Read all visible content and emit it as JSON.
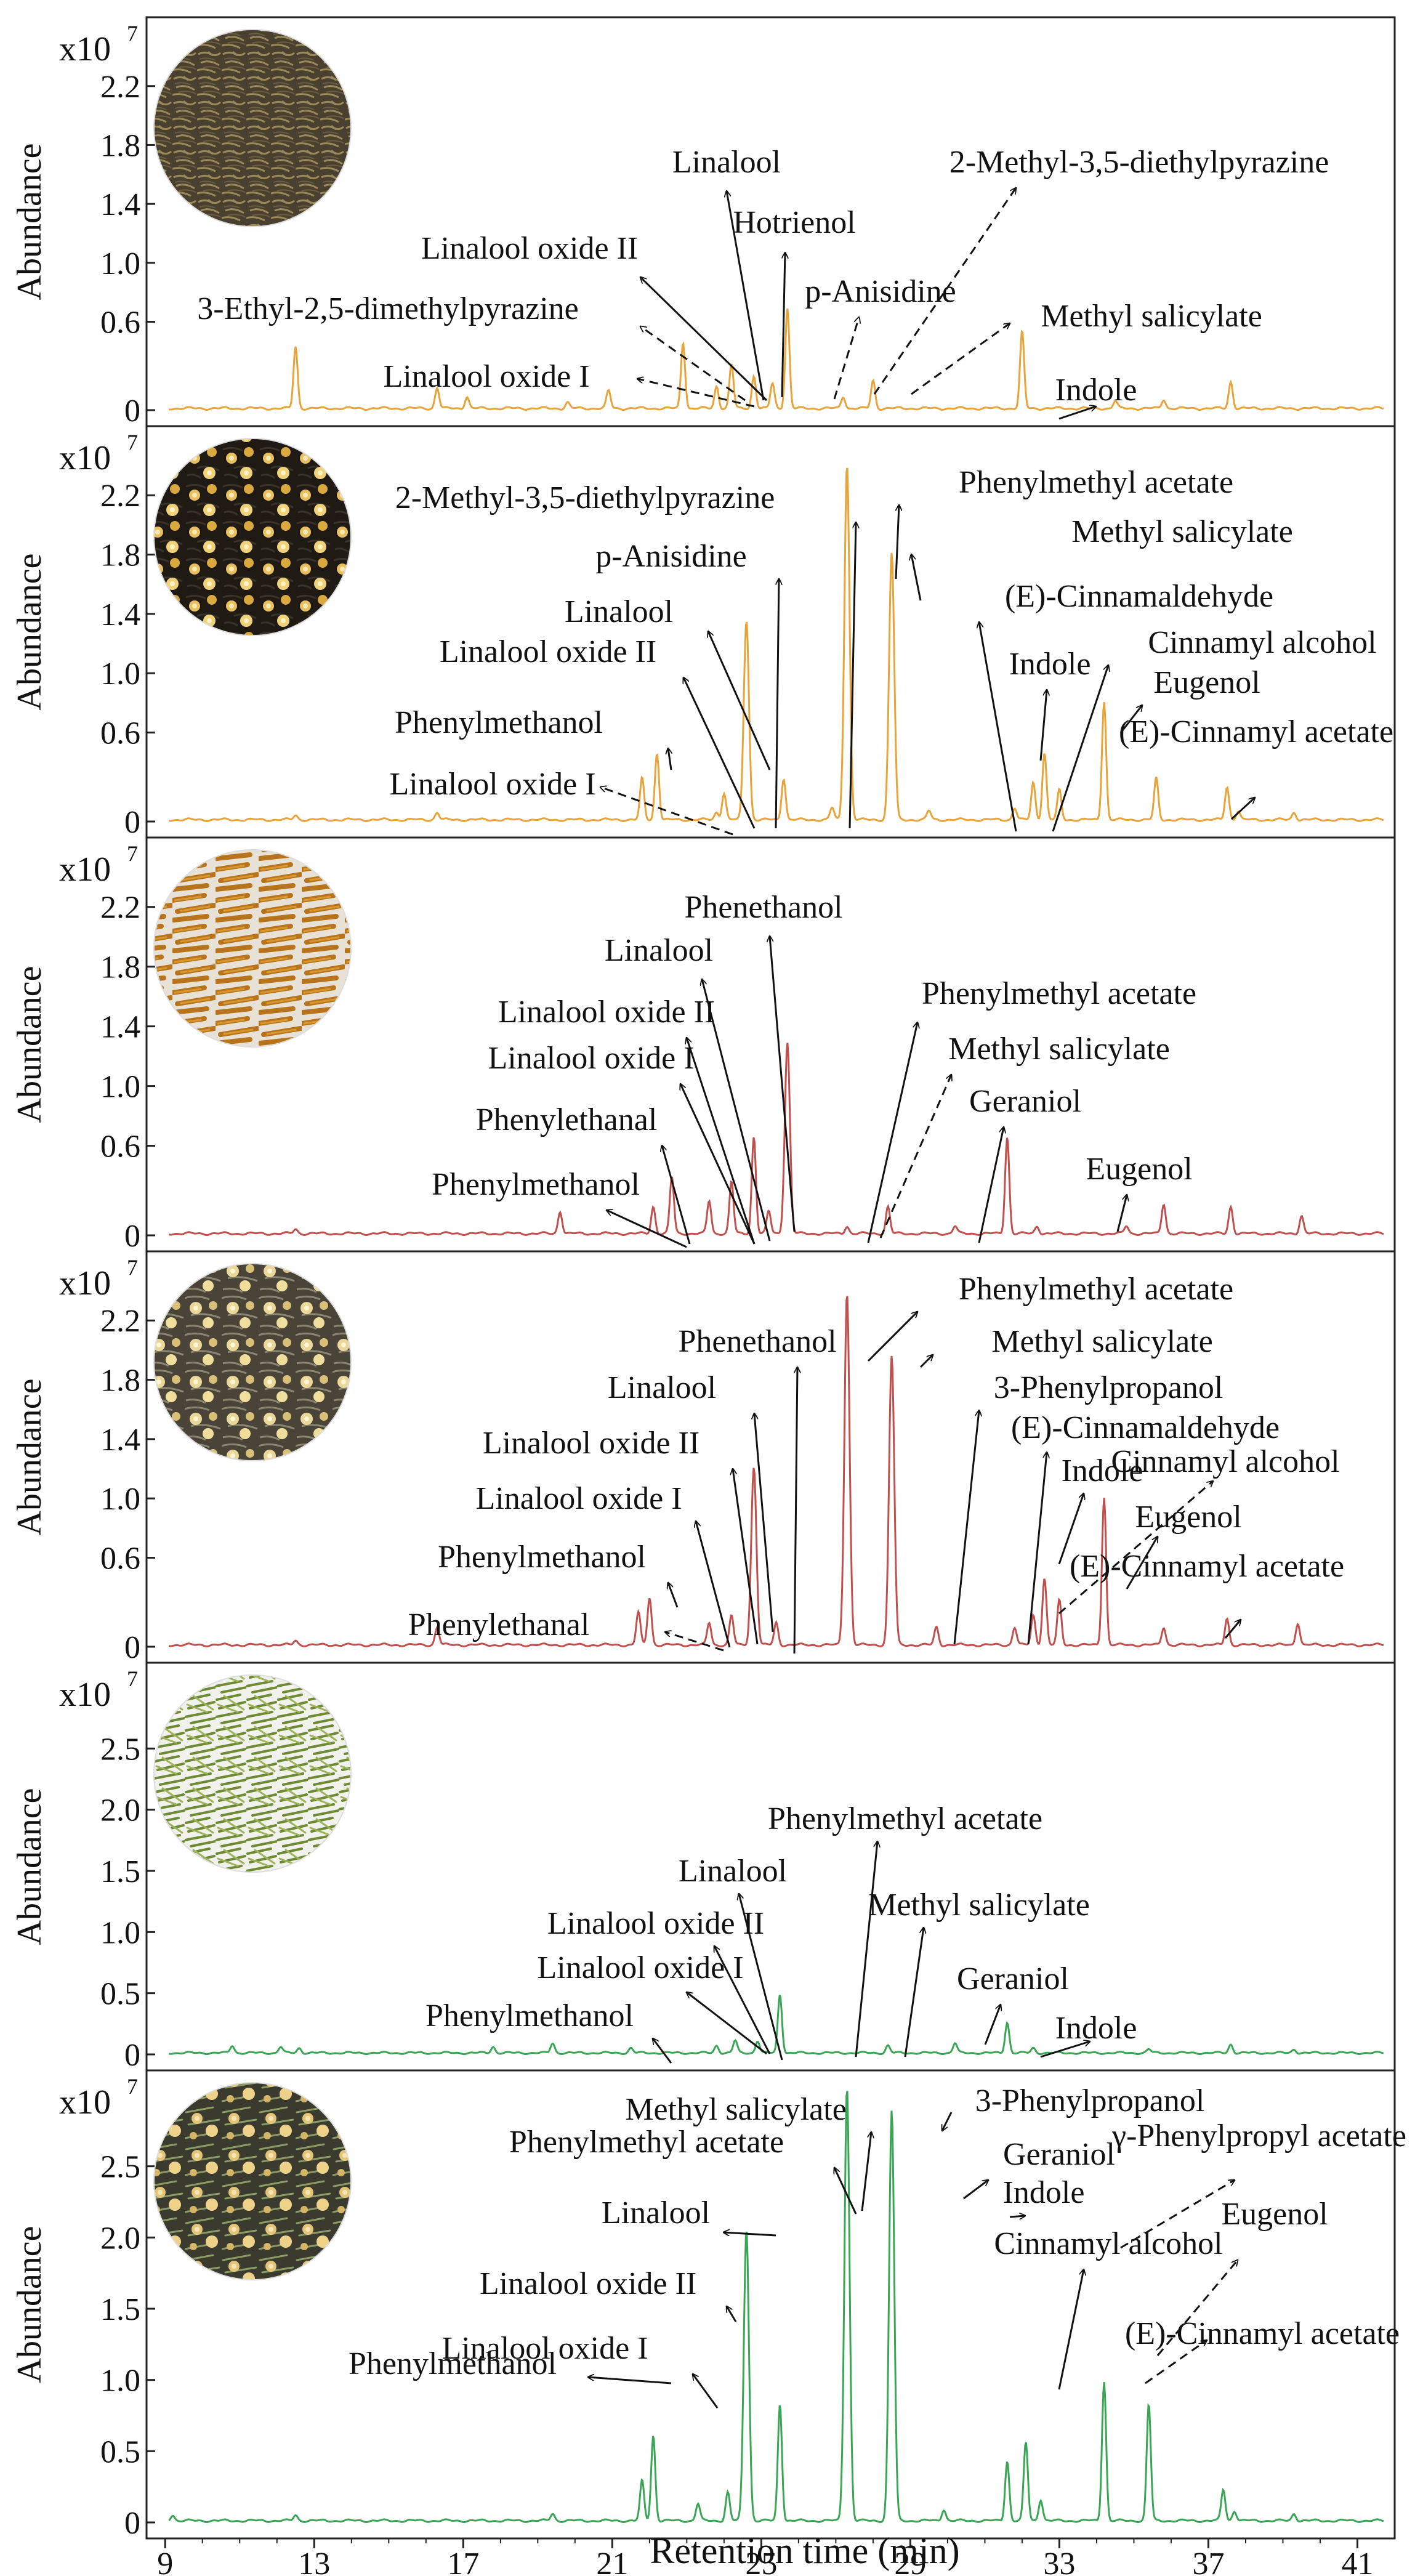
{
  "y_axis_label": "Abundance",
  "y_axis_multiplier": "x10",
  "y_axis_exponent": "7",
  "x_axis_label": "Retention time (min)",
  "x_ticks": [
    "9",
    "13",
    "17",
    "21",
    "25",
    "29",
    "33",
    "37",
    "41"
  ],
  "chart_data": [
    {
      "type": "line",
      "color": "#e8a33a",
      "photo": "dried-tea-leaves",
      "ylim": [
        0,
        2.5
      ],
      "xlim": [
        8.5,
        42
      ],
      "y_ticks": [
        "0",
        "0.6",
        "1.0",
        "1.4",
        "1.8",
        "2.2"
      ],
      "y_tick_values": [
        0,
        0.6,
        1.0,
        1.4,
        1.8,
        2.2
      ],
      "peaks": [
        [
          12.5,
          0.42
        ],
        [
          16.3,
          0.14
        ],
        [
          17.1,
          0.08
        ],
        [
          19.8,
          0.04
        ],
        [
          20.9,
          0.12
        ],
        [
          22.9,
          0.45
        ],
        [
          23.8,
          0.15
        ],
        [
          24.2,
          0.3
        ],
        [
          24.8,
          0.22
        ],
        [
          25.3,
          0.17
        ],
        [
          25.7,
          0.68
        ],
        [
          27.2,
          0.08
        ],
        [
          28.0,
          0.19
        ],
        [
          32.0,
          0.52
        ],
        [
          34.5,
          0.05
        ],
        [
          35.8,
          0.06
        ],
        [
          37.6,
          0.18
        ]
      ],
      "annotations": [
        {
          "label": "Linalool",
          "arrow": "solid"
        },
        {
          "label": "2-Methyl-3,5-diethylpyrazine",
          "arrow": "dashed"
        },
        {
          "label": "Linalool oxide II",
          "arrow": "solid"
        },
        {
          "label": "Hotrienol",
          "arrow": "solid"
        },
        {
          "label": "p-Anisidine",
          "arrow": "dashed"
        },
        {
          "label": "3-Ethyl-2,5-dimethylpyrazine",
          "arrow": "dashed"
        },
        {
          "label": "Methyl salicylate",
          "arrow": "dashed"
        },
        {
          "label": "Linalool oxide I",
          "arrow": "dashed"
        },
        {
          "label": "Indole",
          "arrow": "solid"
        }
      ]
    },
    {
      "type": "line",
      "color": "#e8a33a",
      "photo": "tea-with-jasmine-buds",
      "ylim": [
        0,
        2.5
      ],
      "xlim": [
        8.5,
        42
      ],
      "y_ticks": [
        "0",
        "0.6",
        "1.0",
        "1.4",
        "1.8",
        "2.2"
      ],
      "y_tick_values": [
        0,
        0.6,
        1.0,
        1.4,
        1.8,
        2.2
      ],
      "peaks": [
        [
          12.5,
          0.03
        ],
        [
          16.3,
          0.05
        ],
        [
          21.8,
          0.28
        ],
        [
          22.2,
          0.45
        ],
        [
          23.8,
          0.05
        ],
        [
          24.0,
          0.18
        ],
        [
          24.6,
          1.35
        ],
        [
          25.6,
          0.28
        ],
        [
          26.9,
          0.08
        ],
        [
          27.3,
          2.4
        ],
        [
          28.5,
          1.8
        ],
        [
          29.5,
          0.06
        ],
        [
          31.8,
          0.08
        ],
        [
          32.3,
          0.25
        ],
        [
          32.6,
          0.45
        ],
        [
          33.0,
          0.2
        ],
        [
          34.2,
          0.8
        ],
        [
          35.6,
          0.28
        ],
        [
          37.5,
          0.22
        ],
        [
          37.8,
          0.06
        ],
        [
          39.3,
          0.05
        ]
      ],
      "annotations": [
        {
          "label": "2-Methyl-3,5-diethylpyrazine",
          "arrow": "solid"
        },
        {
          "label": "Phenylmethyl acetate",
          "arrow": "solid"
        },
        {
          "label": "Methyl salicylate",
          "arrow": "solid"
        },
        {
          "label": "p-Anisidine",
          "arrow": "solid"
        },
        {
          "label": "(E)-Cinnamaldehyde",
          "arrow": "solid"
        },
        {
          "label": "Linalool",
          "arrow": "solid"
        },
        {
          "label": "Cinnamyl alcohol",
          "arrow": "solid"
        },
        {
          "label": "Linalool oxide II",
          "arrow": "solid"
        },
        {
          "label": "Indole",
          "arrow": "solid"
        },
        {
          "label": "Eugenol",
          "arrow": "solid"
        },
        {
          "label": "Phenylmethanol",
          "arrow": "solid"
        },
        {
          "label": "(E)-Cinnamyl acetate",
          "arrow": "solid"
        },
        {
          "label": "Linalool oxide I",
          "arrow": "dashed"
        }
      ]
    },
    {
      "type": "line",
      "color": "#c0504d",
      "photo": "dried-lily-flowers",
      "ylim": [
        0,
        2.5
      ],
      "xlim": [
        8.5,
        42
      ],
      "y_ticks": [
        "0",
        "0.6",
        "1.0",
        "1.4",
        "1.8",
        "2.2"
      ],
      "y_tick_values": [
        0,
        0.6,
        1.0,
        1.4,
        1.8,
        2.2
      ],
      "peaks": [
        [
          12.5,
          0.03
        ],
        [
          19.6,
          0.15
        ],
        [
          22.1,
          0.18
        ],
        [
          22.6,
          0.38
        ],
        [
          23.6,
          0.22
        ],
        [
          24.2,
          0.35
        ],
        [
          24.8,
          0.65
        ],
        [
          25.2,
          0.15
        ],
        [
          25.7,
          1.28
        ],
        [
          27.3,
          0.05
        ],
        [
          28.4,
          0.18
        ],
        [
          30.2,
          0.05
        ],
        [
          31.6,
          0.65
        ],
        [
          32.4,
          0.05
        ],
        [
          34.8,
          0.05
        ],
        [
          35.8,
          0.2
        ],
        [
          37.6,
          0.18
        ],
        [
          39.5,
          0.12
        ]
      ],
      "annotations": [
        {
          "label": "Phenethanol",
          "arrow": "solid"
        },
        {
          "label": "Linalool",
          "arrow": "solid"
        },
        {
          "label": "Linalool oxide II",
          "arrow": "solid"
        },
        {
          "label": "Phenylmethyl acetate",
          "arrow": "solid"
        },
        {
          "label": "Linalool oxide I",
          "arrow": "solid"
        },
        {
          "label": "Methyl salicylate",
          "arrow": "dashed"
        },
        {
          "label": "Phenylethanal",
          "arrow": "solid"
        },
        {
          "label": "Geraniol",
          "arrow": "solid"
        },
        {
          "label": "Phenylmethanol",
          "arrow": "solid"
        },
        {
          "label": "Eugenol",
          "arrow": "solid"
        }
      ]
    },
    {
      "type": "line",
      "color": "#c0504d",
      "photo": "tea-with-lily-buds",
      "ylim": [
        0,
        2.5
      ],
      "xlim": [
        8.5,
        42
      ],
      "y_ticks": [
        "0",
        "0.6",
        "1.0",
        "1.4",
        "1.8",
        "2.2"
      ],
      "y_tick_values": [
        0,
        0.6,
        1.0,
        1.4,
        1.8,
        2.2
      ],
      "peaks": [
        [
          12.5,
          0.03
        ],
        [
          16.3,
          0.12
        ],
        [
          21.7,
          0.22
        ],
        [
          22.0,
          0.32
        ],
        [
          23.6,
          0.15
        ],
        [
          24.2,
          0.2
        ],
        [
          24.8,
          1.2
        ],
        [
          25.4,
          0.15
        ],
        [
          27.3,
          2.38
        ],
        [
          28.5,
          1.95
        ],
        [
          29.7,
          0.12
        ],
        [
          31.8,
          0.12
        ],
        [
          32.3,
          0.2
        ],
        [
          32.6,
          0.45
        ],
        [
          33.0,
          0.3
        ],
        [
          34.2,
          1.0
        ],
        [
          35.8,
          0.12
        ],
        [
          37.5,
          0.18
        ],
        [
          39.4,
          0.15
        ]
      ],
      "annotations": [
        {
          "label": "Phenylmethyl acetate",
          "arrow": "solid"
        },
        {
          "label": "Phenethanol",
          "arrow": "solid"
        },
        {
          "label": "Methyl salicylate",
          "arrow": "solid"
        },
        {
          "label": "3-Phenylpropanol",
          "arrow": "solid"
        },
        {
          "label": "Linalool",
          "arrow": "solid"
        },
        {
          "label": "(E)-Cinnamaldehyde",
          "arrow": "solid"
        },
        {
          "label": "Linalool oxide II",
          "arrow": "solid"
        },
        {
          "label": "Indole",
          "arrow": "solid"
        },
        {
          "label": "Cinnamyl alcohol",
          "arrow": "dashed"
        },
        {
          "label": "Linalool oxide I",
          "arrow": "solid"
        },
        {
          "label": "Eugenol",
          "arrow": "solid"
        },
        {
          "label": "Phenylmethanol",
          "arrow": "solid"
        },
        {
          "label": "(E)-Cinnamyl acetate",
          "arrow": "solid"
        },
        {
          "label": "Phenylethanal",
          "arrow": "dashed"
        }
      ]
    },
    {
      "type": "line",
      "color": "#3aa655",
      "photo": "green-needle-tea",
      "ylim": [
        0,
        3.0
      ],
      "xlim": [
        8.5,
        42
      ],
      "y_ticks": [
        "0",
        "0.5",
        "1.0",
        "1.5",
        "2.0",
        "2.5"
      ],
      "y_tick_values": [
        0,
        0.5,
        1.0,
        1.5,
        2.0,
        2.5
      ],
      "peaks": [
        [
          10.8,
          0.06
        ],
        [
          12.1,
          0.05
        ],
        [
          12.6,
          0.04
        ],
        [
          17.8,
          0.05
        ],
        [
          19.4,
          0.08
        ],
        [
          21.5,
          0.04
        ],
        [
          23.8,
          0.06
        ],
        [
          24.3,
          0.1
        ],
        [
          24.9,
          0.1
        ],
        [
          25.5,
          0.48
        ],
        [
          28.4,
          0.06
        ],
        [
          30.2,
          0.08
        ],
        [
          31.6,
          0.25
        ],
        [
          32.3,
          0.04
        ],
        [
          35.4,
          0.03
        ],
        [
          37.6,
          0.07
        ],
        [
          39.3,
          0.03
        ]
      ],
      "annotations": [
        {
          "label": "Phenylmethyl acetate",
          "arrow": "solid"
        },
        {
          "label": "Linalool",
          "arrow": "solid"
        },
        {
          "label": "Methyl salicylate",
          "arrow": "solid"
        },
        {
          "label": "Linalool oxide II",
          "arrow": "solid"
        },
        {
          "label": "Linalool oxide I",
          "arrow": "solid"
        },
        {
          "label": "Geraniol",
          "arrow": "solid"
        },
        {
          "label": "Phenylmethanol",
          "arrow": "solid"
        },
        {
          "label": "Indole",
          "arrow": "solid"
        }
      ]
    },
    {
      "type": "line",
      "color": "#3aa655",
      "photo": "green-tea-with-buds",
      "ylim": [
        0,
        3.0
      ],
      "xlim": [
        8.5,
        42
      ],
      "y_ticks": [
        "0",
        "0.5",
        "1.0",
        "1.5",
        "2.0",
        "2.5"
      ],
      "y_tick_values": [
        0,
        0.5,
        1.0,
        1.5,
        2.0,
        2.5
      ],
      "peaks": [
        [
          9.2,
          0.04
        ],
        [
          12.5,
          0.04
        ],
        [
          19.4,
          0.05
        ],
        [
          21.8,
          0.28
        ],
        [
          22.1,
          0.6
        ],
        [
          23.3,
          0.12
        ],
        [
          24.1,
          0.2
        ],
        [
          24.6,
          2.05
        ],
        [
          25.5,
          0.82
        ],
        [
          27.3,
          3.05
        ],
        [
          28.5,
          2.88
        ],
        [
          29.9,
          0.08
        ],
        [
          31.6,
          0.42
        ],
        [
          32.1,
          0.55
        ],
        [
          32.5,
          0.15
        ],
        [
          34.2,
          0.98
        ],
        [
          35.4,
          0.82
        ],
        [
          37.4,
          0.22
        ],
        [
          37.7,
          0.07
        ],
        [
          39.3,
          0.05
        ]
      ],
      "annotations": [
        {
          "label": "Methyl salicylate",
          "arrow": "solid"
        },
        {
          "label": "3-Phenylpropanol",
          "arrow": "solid"
        },
        {
          "label": "Phenylmethyl acetate",
          "arrow": "solid"
        },
        {
          "label": "Geraniol",
          "arrow": "solid"
        },
        {
          "label": "γ-Phenylpropyl acetate",
          "arrow": "dashed"
        },
        {
          "label": "Indole",
          "arrow": "solid"
        },
        {
          "label": "Linalool",
          "arrow": "solid"
        },
        {
          "label": "Eugenol",
          "arrow": "dashed"
        },
        {
          "label": "Cinnamyl alcohol",
          "arrow": "solid"
        },
        {
          "label": "Linalool oxide II",
          "arrow": "solid"
        },
        {
          "label": "(E)-Cinnamyl acetate",
          "arrow": "dashed"
        },
        {
          "label": "Linalool oxide I",
          "arrow": "solid"
        },
        {
          "label": "Phenylmethanol",
          "arrow": "solid"
        }
      ]
    }
  ]
}
